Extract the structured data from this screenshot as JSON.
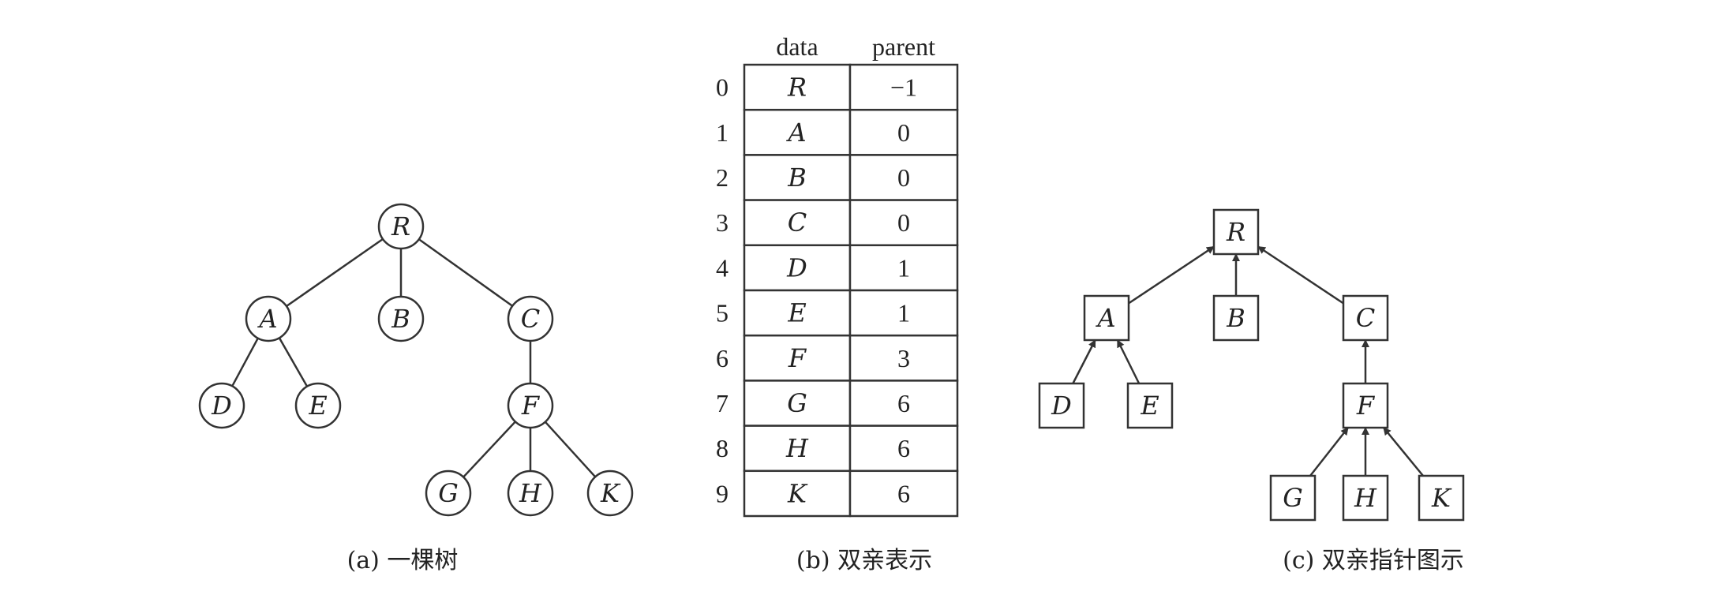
{
  "panels": [
    {
      "id": "a",
      "caption": "(a) 一棵树"
    },
    {
      "id": "b",
      "caption": "(b) 双亲表示"
    },
    {
      "id": "c",
      "caption": "(c) 双亲指针图示"
    }
  ],
  "table": {
    "headers": {
      "data": "data",
      "parent": "parent"
    },
    "rows": [
      {
        "index": "0",
        "data": "R",
        "parent": "−1"
      },
      {
        "index": "1",
        "data": "A",
        "parent": "0"
      },
      {
        "index": "2",
        "data": "B",
        "parent": "0"
      },
      {
        "index": "3",
        "data": "C",
        "parent": "0"
      },
      {
        "index": "4",
        "data": "D",
        "parent": "1"
      },
      {
        "index": "5",
        "data": "E",
        "parent": "1"
      },
      {
        "index": "6",
        "data": "F",
        "parent": "3"
      },
      {
        "index": "7",
        "data": "G",
        "parent": "6"
      },
      {
        "index": "8",
        "data": "H",
        "parent": "6"
      },
      {
        "index": "9",
        "data": "K",
        "parent": "6"
      }
    ]
  },
  "tree": {
    "nodes": [
      "R",
      "A",
      "B",
      "C",
      "D",
      "E",
      "F",
      "G",
      "H",
      "K"
    ],
    "edges": [
      [
        "R",
        "A"
      ],
      [
        "R",
        "B"
      ],
      [
        "R",
        "C"
      ],
      [
        "A",
        "D"
      ],
      [
        "A",
        "E"
      ],
      [
        "C",
        "F"
      ],
      [
        "F",
        "G"
      ],
      [
        "F",
        "H"
      ],
      [
        "F",
        "K"
      ]
    ]
  }
}
